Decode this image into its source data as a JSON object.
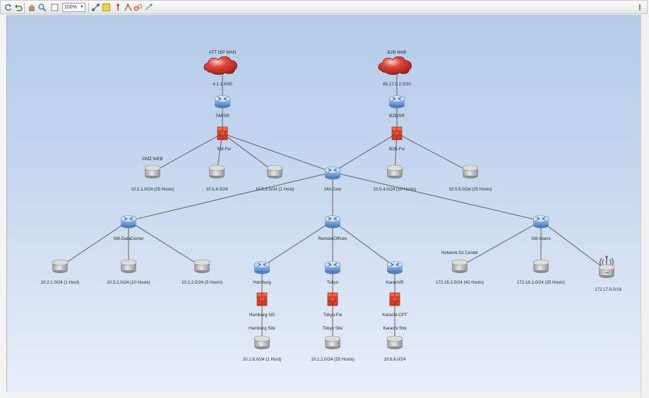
{
  "toolbar": {
    "zoom_value": "100%",
    "icons": [
      "refresh-icon",
      "undo-icon",
      "pan-icon",
      "zoom-in-icon",
      "select-icon",
      "layout-icon",
      "settings-icon",
      "graph-icon",
      "paint-icon",
      "link-icon",
      "info-icon"
    ]
  },
  "colors": {
    "canvas_top": "#b4cbe9",
    "canvas_bottom": "#e7eef8",
    "router": "#6f9fd6",
    "firewall": "#e2452c",
    "cloud": "#c9302c",
    "host": "#bdbdbd",
    "link": "#6d6d6d"
  },
  "nodes": {
    "att_wan_top": "ATT ISP WAN",
    "att_wan_bottom": "4.1.1.0/30",
    "b2b_wan_top": "B2B WeB",
    "b2b_wan_bottom": "65.17.0.2.0/30",
    "sm_isr": "SMISR",
    "b2b_isr": "B2BISR",
    "sm_fw": "SM-Fw",
    "b2b_fw": "B2B-Fw",
    "dmz_web": "DMZ WEB",
    "net_10_5_1": "10.5.1.0/24 (25 Hosts)",
    "net_10_5_4": "10.5.4.0/24",
    "net_10_5_3": "10.5.3.0/24 (1 Host)",
    "sm_core": "SM-Core",
    "net_10_5_4b": "10.5.4.0/24 (10 Hosts)",
    "net_10_5_5": "10.5.5.0/24 (25 Hosts)",
    "sm_datacenter": "SM-DataCenter",
    "remote_offices": "RemoteOffices",
    "sm_users": "SM-Users",
    "net_10_2_1": "10.2.1.0/24 (1 Host)",
    "net_10_5_2": "10.5.2.0/24 (10 Hosts)",
    "net_10_2_2": "10.2.2.0/24 (5 Hosts)",
    "hamburg": "Hamburg",
    "tokyo": "Tokyo",
    "karachi_r": "KarachiR",
    "hamburg_fw": "Hamburg-NS",
    "tokyo_fw": "Tokyo-Fw",
    "karachi_fw": "Karachi-CPT",
    "hamburg_site": "Hamburg Site",
    "tokyo_site": "Tokyo Site",
    "karachi_site": "Karachi Site",
    "net_10_1_6": "10.1.6.0/24 (1 Host)",
    "net_10_1_2": "10.1.2.0/24 (25 Hosts)",
    "net_10_6_6": "10.6.6.0/24",
    "network_sz_center": "Network-Sz Center",
    "net_172_16_3": "172.16.3.0/24 (42 Hosts)",
    "net_172_16_1": "172.16.1.0/24 (25 Hosts)",
    "wifi_label": "AP",
    "net_172_17": "172.17.0.0/16"
  }
}
